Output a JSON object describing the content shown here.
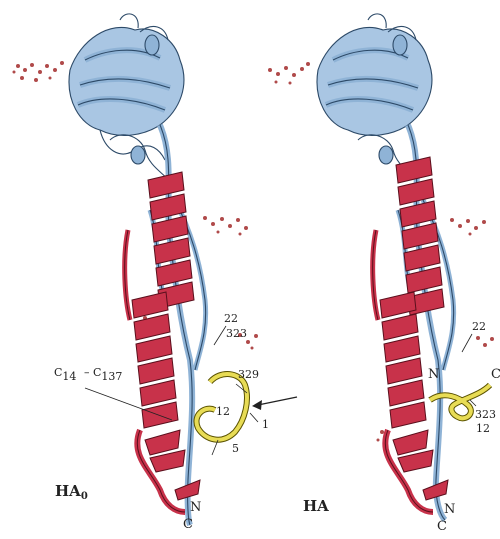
{
  "colors": {
    "ha1_chain": "#8fb3d6",
    "ha1_outline": "#2d4a68",
    "ha2_chain": "#c8324a",
    "ha2_outline": "#5a0f1c",
    "cleavage_loop": "#e8dc55",
    "carbohydrate": "#b04a4a"
  },
  "panels": [
    {
      "id": "ha0",
      "label": "HA",
      "label_sub": "0",
      "annotations": {
        "cys_c14": "C",
        "cys_c14_sub": "14",
        "cys_c137": "C",
        "cys_c137_sub": "137",
        "res_22": "22",
        "res_323": "323",
        "res_329": "329",
        "res_1": "1",
        "res_12": "12",
        "res_5": "5",
        "n_term": "N",
        "c_term": "C"
      }
    },
    {
      "id": "ha",
      "label": "HA",
      "annotations": {
        "res_22": "22",
        "res_323": "323",
        "res_12": "12",
        "n_term_loop": "N",
        "n_term": "N",
        "c_term": "C",
        "cut_c": "C"
      }
    }
  ]
}
